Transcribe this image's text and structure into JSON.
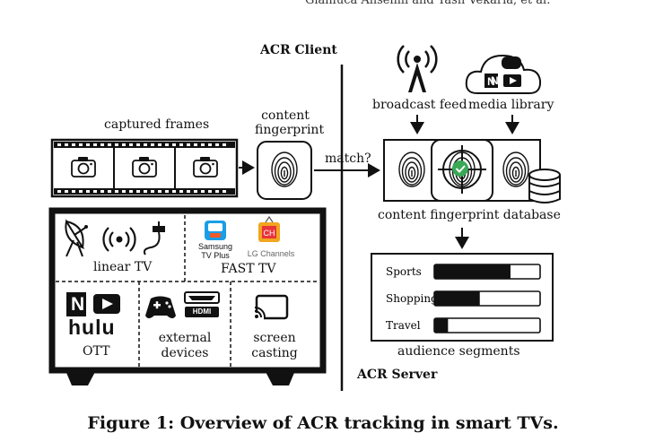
{
  "header": {
    "authors": "Gianluca Anselmi and Yash Vekaria, et al."
  },
  "client": {
    "heading": "ACR Client",
    "captured_frames_label": "captured frames",
    "content_fingerprint_label_1": "content",
    "content_fingerprint_label_2": "fingerprint",
    "match_label": "match?"
  },
  "server": {
    "heading": "ACR Server",
    "broadcast_feed_label": "broadcast feed",
    "media_library_label": "media library",
    "database_label": "content fingerprint database",
    "audience_segments_label": "audience segments",
    "segments": [
      {
        "name": "Sports",
        "fill": 0.72
      },
      {
        "name": "Shopping",
        "fill": 0.43
      },
      {
        "name": "Travel",
        "fill": 0.13
      }
    ]
  },
  "tv": {
    "linear_tv": "linear TV",
    "fast_tv": "FAST TV",
    "samsung_1": "Samsung",
    "samsung_2": "TV Plus",
    "lg_channels": "LG Channels",
    "lg_logo": "CH",
    "ott": "OTT",
    "hulu": "hulu",
    "netflix_n": "N",
    "external_1": "external",
    "external_2": "devices",
    "hdmi": "HDMI",
    "screen_1": "screen",
    "screen_2": "casting"
  },
  "caption": "Figure 1: Overview of ACR tracking in smart TVs."
}
